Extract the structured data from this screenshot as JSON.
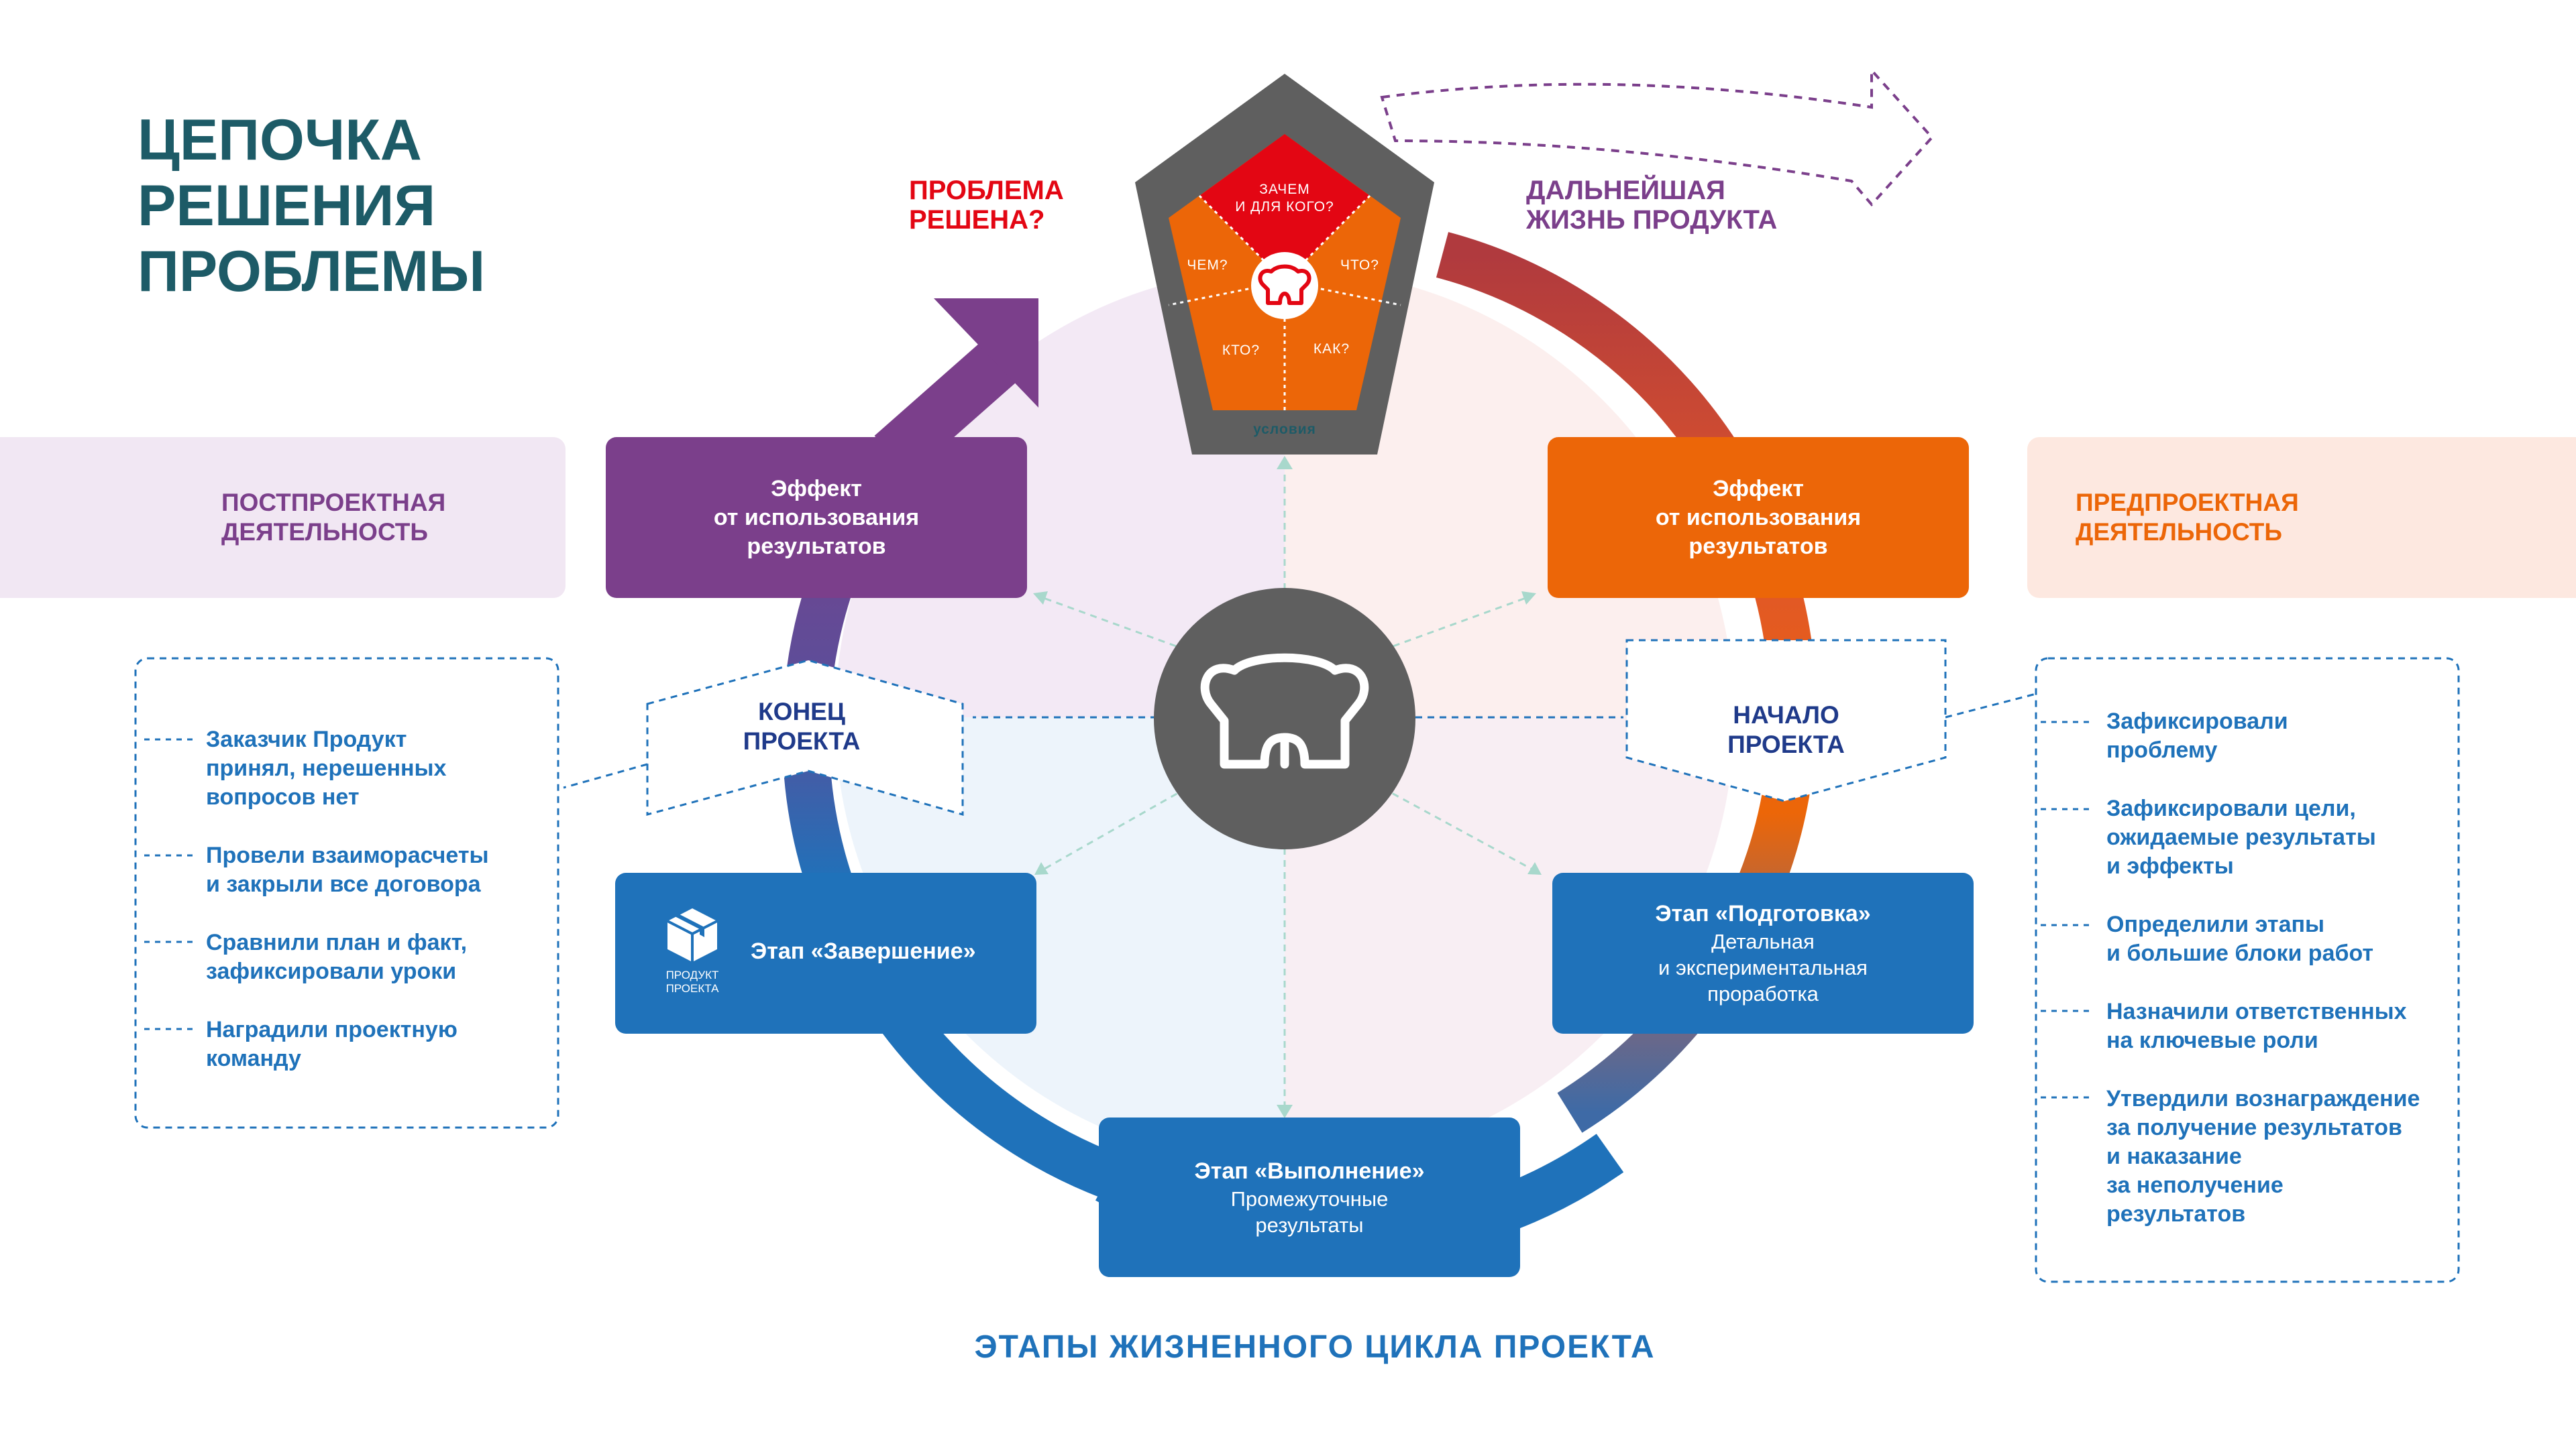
{
  "title": {
    "line1": "ЦЕПОЧКА",
    "line2": "РЕШЕНИЯ",
    "line3": "ПРОБЛЕМЫ"
  },
  "top": {
    "problem_solved": {
      "line1": "ПРОБЛЕМА",
      "line2": "РЕШЕНА?"
    },
    "product_life": {
      "line1": "ДАЛЬНЕЙШАЯ",
      "line2": "ЖИЗНЬ ПРОДУКТА"
    }
  },
  "pentagon": {
    "why": {
      "line1": "ЗАЧЕМ",
      "line2": "И ДЛЯ КОГО?"
    },
    "what": "ЧТО?",
    "how": "КАК?",
    "who": "КТО?",
    "with_what": "ЧЕМ?",
    "conditions": "условия"
  },
  "bands": {
    "post": {
      "line1": "ПОСТПРОЕКТНАЯ",
      "line2": "ДЕЯТЕЛЬНОСТЬ"
    },
    "pre": {
      "line1": "ПРЕДПРОЕКТНАЯ",
      "line2": "ДЕЯТЕЛЬНОСТЬ"
    }
  },
  "boxes": {
    "effect_left": {
      "line1": "Эффект",
      "line2": "от использования",
      "line3": "результатов"
    },
    "effect_right": {
      "line1": "Эффект",
      "line2": "от использования",
      "line3": "результатов"
    },
    "completion": {
      "label": "Этап «Завершение»",
      "product_line1": "ПРОДУКТ",
      "product_line2": "ПРОЕКТА"
    },
    "preparation": {
      "title": "Этап «Подготовка»",
      "line1": "Детальная",
      "line2": "и экспериментальная",
      "line3": "проработка"
    },
    "execution": {
      "title": "Этап «Выполнение»",
      "line1": "Промежуточные",
      "line2": "результаты"
    }
  },
  "tags": {
    "end": {
      "line1": "КОНЕЦ",
      "line2": "ПРОЕКТА"
    },
    "start": {
      "line1": "НАЧАЛО",
      "line2": "ПРОЕКТА"
    }
  },
  "left_list": [
    {
      "line1": "Заказчик Продукт",
      "line2": "принял, нерешенных",
      "line3": "вопросов нет"
    },
    {
      "line1": "Провели взаиморасчеты",
      "line2": "и закрыли все договора"
    },
    {
      "line1": "Сравнили план и факт,",
      "line2": "зафиксировали уроки"
    },
    {
      "line1": "Наградили проектную",
      "line2": "команду"
    }
  ],
  "right_list": [
    {
      "line1": "Зафиксировали",
      "line2": "проблему"
    },
    {
      "line1": "Зафиксировали цели,",
      "line2": "ожидаемые результаты",
      "line3": "и эффекты"
    },
    {
      "line1": "Определили этапы",
      "line2": "и большие блоки работ"
    },
    {
      "line1": "Назначили ответственных",
      "line2": "на ключевые роли"
    },
    {
      "line1": "Утвердили вознаграждение",
      "line2": "за получение результатов",
      "line3": "и наказание",
      "line4": "за неполучение",
      "line5": "результатов"
    }
  ],
  "bottom_caption": "ЭТАПЫ ЖИЗНЕННОГО ЦИКЛА ПРОЕКТА",
  "colors": {
    "teal": "#1d5b67",
    "purple": "#7b3f8b",
    "orange": "#ec6608",
    "blue": "#1f72ba",
    "red": "#e30613",
    "gray": "#5f5f5f"
  }
}
